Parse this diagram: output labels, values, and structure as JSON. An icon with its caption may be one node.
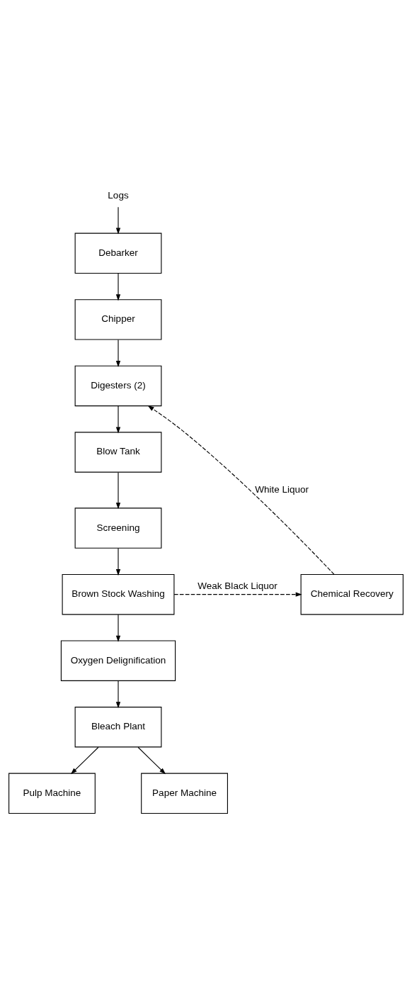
{
  "diagram": {
    "nodes": [
      {
        "text": [
          "Logs"
        ]
      },
      {
        "text": [
          "Debarker"
        ]
      },
      {
        "text": [
          "Chipper"
        ]
      },
      {
        "text": [
          "Digesters (2)"
        ]
      },
      {
        "text": [
          "Blow Tank"
        ]
      },
      {
        "text": [
          "Screening"
        ]
      },
      {
        "text": [
          "Brown Stock Washing"
        ]
      },
      {
        "text": [
          "Chemical Recovery"
        ]
      },
      {
        "text": [
          "Oxygen Delignification"
        ]
      },
      {
        "text": [
          "Bleach Plant"
        ]
      },
      {
        "text": [
          "Pulp Machine"
        ]
      },
      {
        "text": [
          "Paper Machine"
        ]
      }
    ],
    "edges": [
      {
        "from": 0,
        "to": 1,
        "arrow": "to"
      },
      {
        "from": 1,
        "to": 2,
        "arrow": "to"
      },
      {
        "from": 2,
        "to": 3,
        "arrow": "to"
      },
      {
        "from": 3,
        "to": 4,
        "arrow": "to"
      },
      {
        "from": 4,
        "to": 5,
        "arrow": "to"
      },
      {
        "from": 5,
        "to": 6,
        "arrow": "to"
      },
      {
        "from": 7,
        "to": 3,
        "arrow": "to",
        "style": "dashed",
        "label": "White Liquor"
      },
      {
        "from": 6,
        "to": 7,
        "arrow": "to",
        "style": "dashed",
        "label": "Weak Black Liquor"
      },
      {
        "from": 6,
        "to": 8,
        "arrow": "to"
      },
      {
        "from": 8,
        "to": 9,
        "arrow": "to"
      },
      {
        "from": 9,
        "to": 10,
        "arrow": "to"
      },
      {
        "from": 9,
        "to": 11,
        "arrow": "to"
      }
    ]
  }
}
